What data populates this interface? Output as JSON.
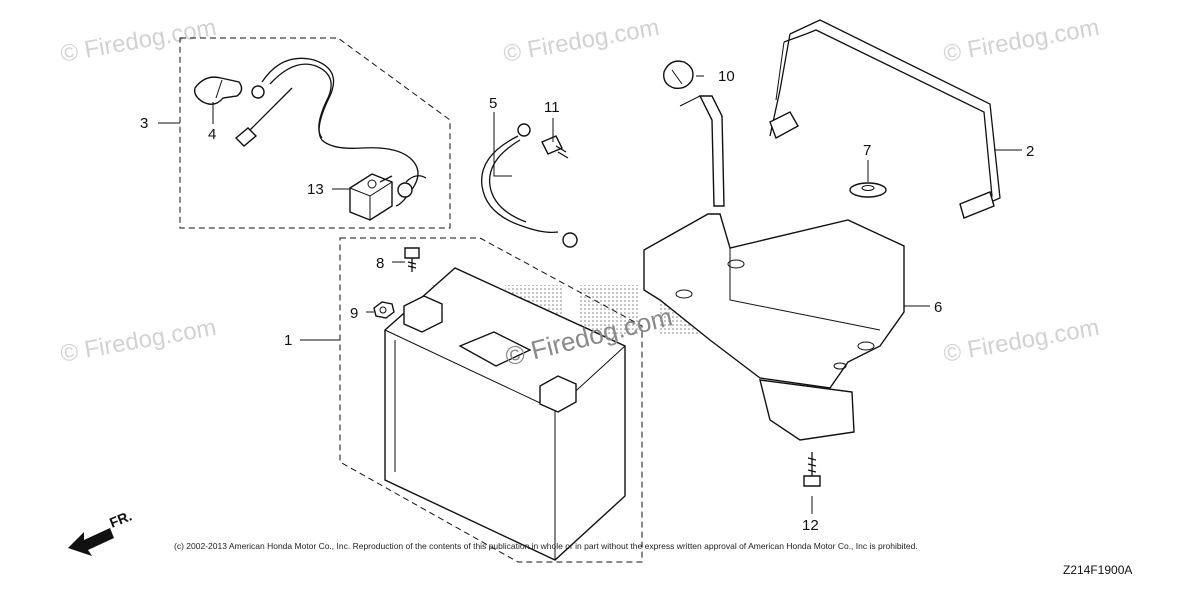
{
  "watermarks": {
    "text": "© Firedog.com",
    "center_text": "© Firedog.com"
  },
  "callouts": {
    "p1": "1",
    "p2": "2",
    "p3": "3",
    "p4": "4",
    "p5": "5",
    "p6": "6",
    "p7": "7",
    "p8": "8",
    "p9": "9",
    "p10": "10",
    "p11": "11",
    "p12": "12",
    "p13": "13"
  },
  "direction": {
    "label": "FR."
  },
  "footer": {
    "copyright": "(c) 2002-2013 American Honda Motor Co., Inc. Reproduction of the contents of this publication in whole or in part without the express written approval of American Honda Motor Co., Inc is prohibited.",
    "drawing_code": "Z214F1900A"
  },
  "colors": {
    "line": "#111111",
    "watermark": "#d2d2d2",
    "background": "#ffffff"
  }
}
